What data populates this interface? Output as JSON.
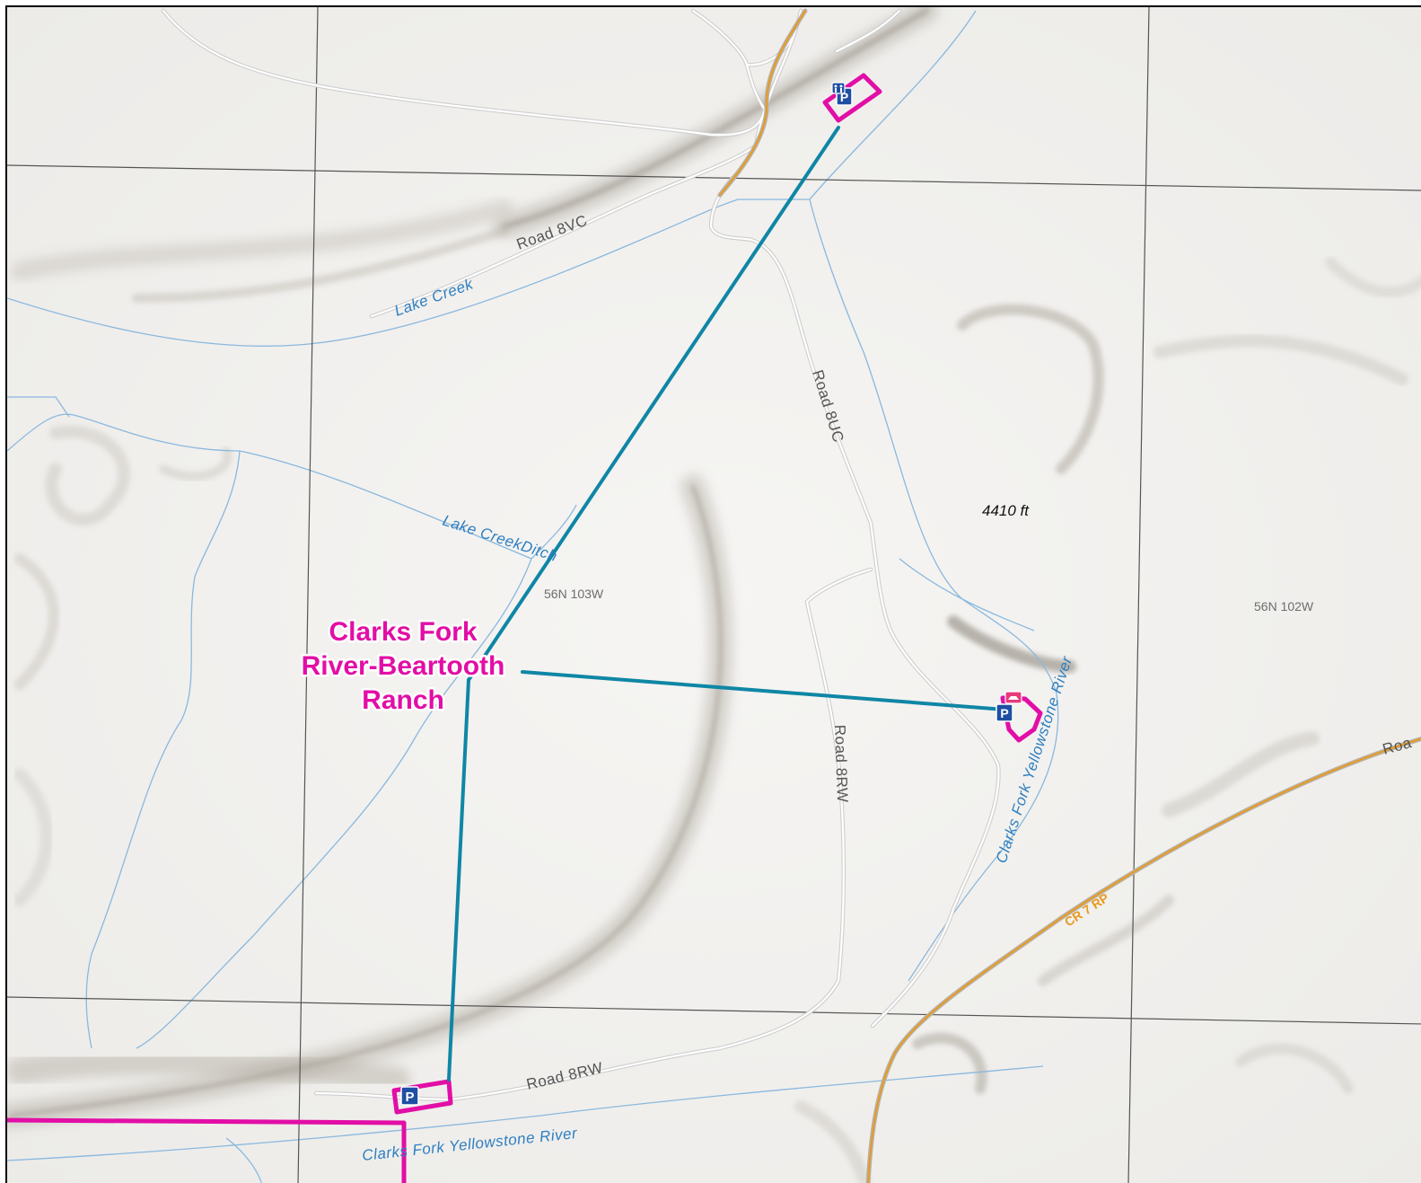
{
  "site": {
    "name_line1": "Clarks Fork",
    "name_line2": "River-Beartooth",
    "name_line3": "Ranch"
  },
  "roads": {
    "road_8vc": "Road 8VC",
    "road_8uc": "Road 8UC",
    "road_8rw_north": "Road 8RW",
    "road_8rw_south": "Road 8RW",
    "road_east_partial": "Roa",
    "cr_7rp": "CR 7 RP"
  },
  "water": {
    "lake_creek": "Lake Creek",
    "lake_creek_ditch": "Lake CreekDitch",
    "river_east": "Clarks Fork Yellowstone River",
    "river_south": "Clarks Fork Yellowstone River"
  },
  "townships": {
    "west": "56N 103W",
    "east": "56N 102W"
  },
  "elevation": "4410 ft",
  "parking_icon_letter": "P",
  "colors": {
    "access_boundary": "#e20ea6",
    "connector_line": "#0f86a5",
    "stream": "#8ab8de",
    "river_label": "#2f7fc1",
    "county_road": "#e89a1f",
    "grid": "#555555",
    "parking_icon": "#1f4fa3"
  },
  "icons": [
    "parking-icon",
    "restroom-icon",
    "boat-ramp-icon"
  ]
}
